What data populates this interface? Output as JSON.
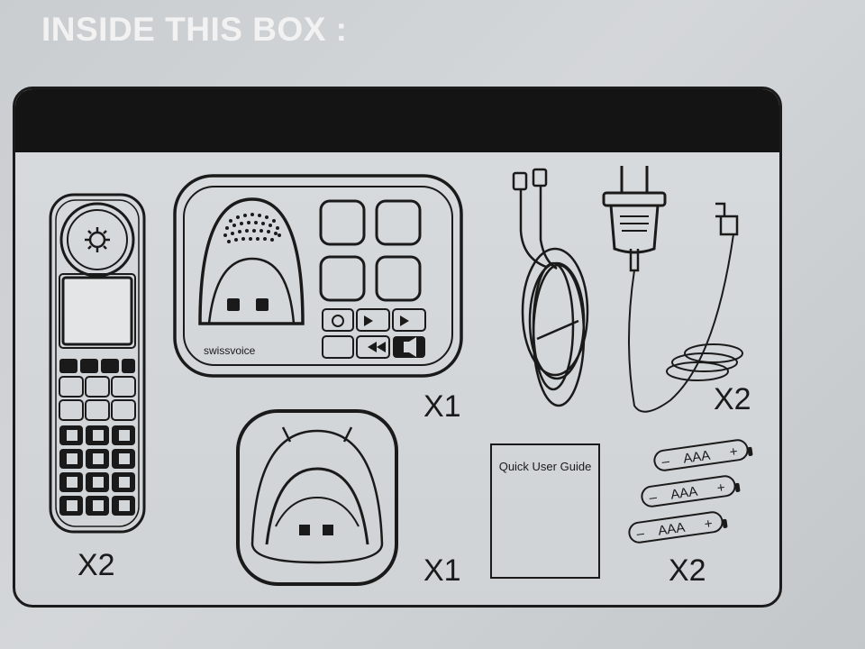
{
  "header": {
    "title": "INSIDE THIS BOX :"
  },
  "items": {
    "handset": {
      "qty": "X2"
    },
    "base_station": {
      "qty": "X1",
      "brand": "swissvoice"
    },
    "charger": {
      "qty": "X1"
    },
    "power_adapter": {
      "qty": "X2"
    },
    "guide": {
      "title": "Quick  User Guide"
    },
    "batteries": {
      "qty": "X2",
      "label": "AAA",
      "plus": "+",
      "minus": "–"
    }
  },
  "colors": {
    "ink": "#1a1a1a",
    "band": "#141414",
    "paper": "#d4d7d9"
  }
}
